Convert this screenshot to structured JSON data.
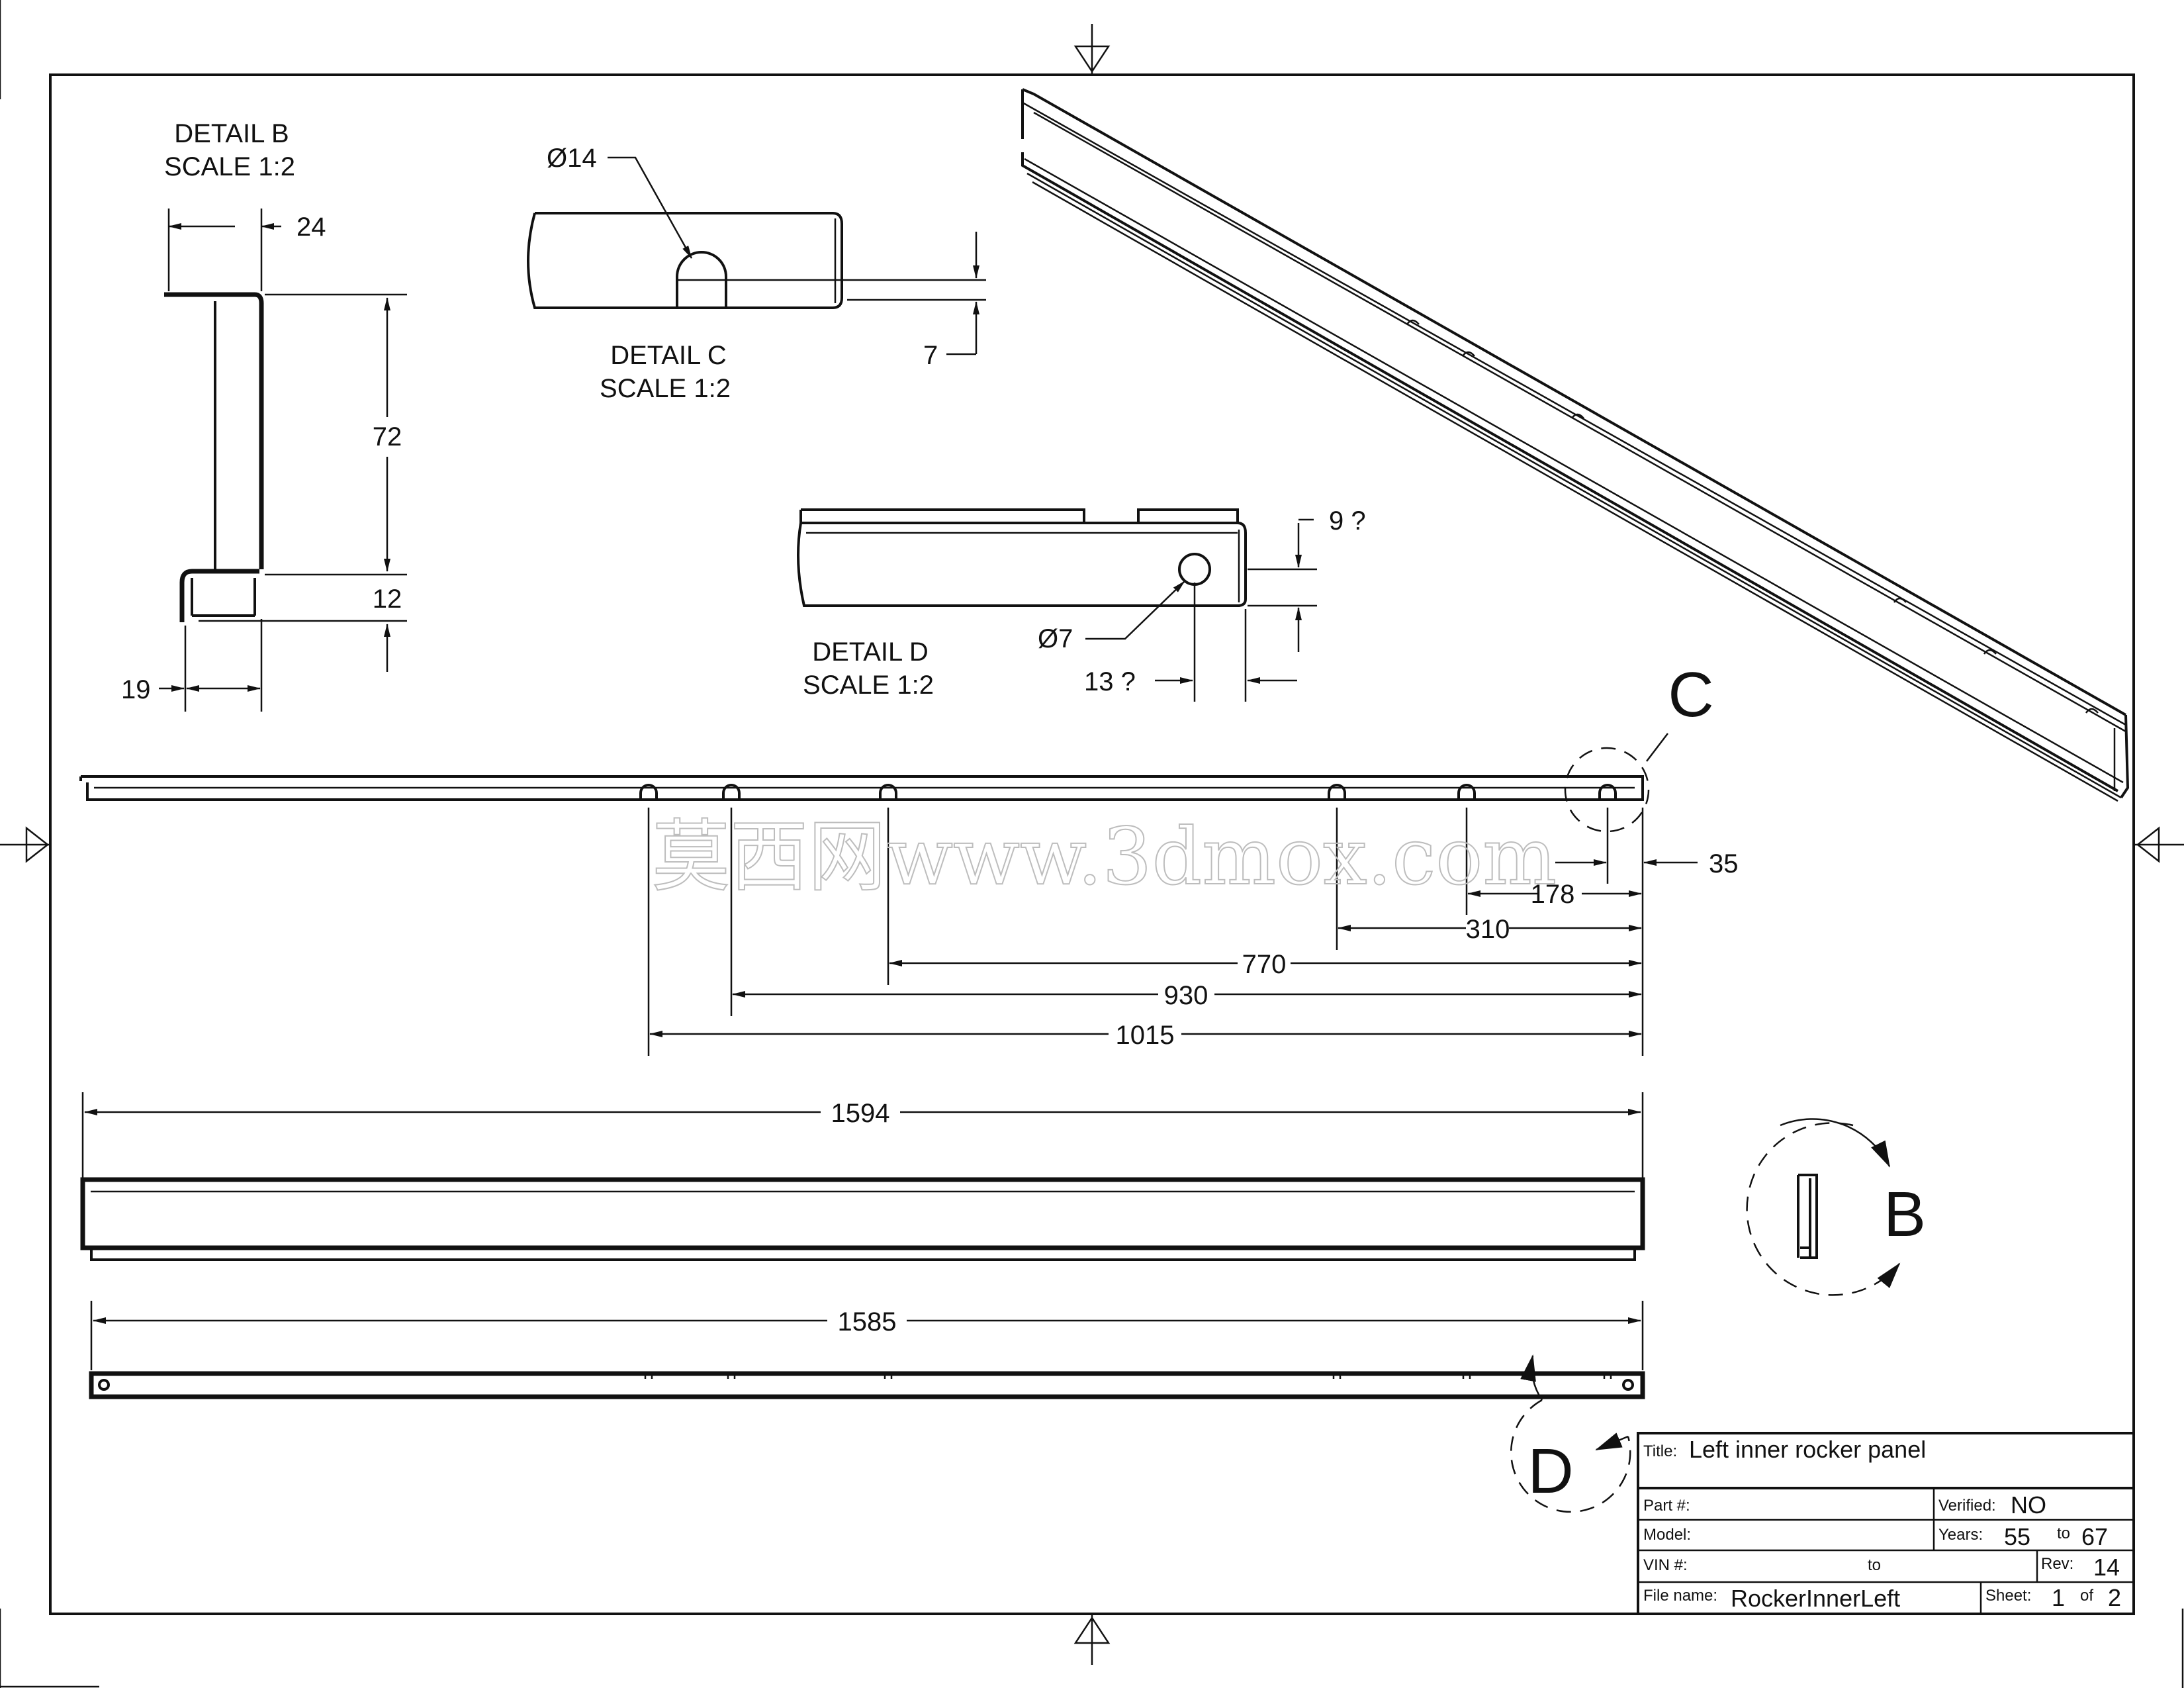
{
  "details": {
    "b": {
      "title": "DETAIL B",
      "scale": "SCALE 1:2"
    },
    "c": {
      "title": "DETAIL C",
      "scale": "SCALE 1:2"
    },
    "d": {
      "title": "DETAIL D",
      "scale": "SCALE 1:2"
    }
  },
  "dimensions": {
    "b_width_top": "24",
    "b_height": "72",
    "b_lip": "12",
    "b_width_bottom": "19",
    "c_hole_dia": "Ø14",
    "c_offset": "7",
    "d_offset_v": "9 ?",
    "d_hole_dia": "Ø7",
    "d_offset_h": "13 ?",
    "hole_35": "35",
    "hole_178": "178",
    "hole_310": "310",
    "hole_770": "770",
    "hole_930": "930",
    "hole_1015": "1015",
    "overall_length": "1594",
    "base_length": "1585"
  },
  "callouts": {
    "c": "C",
    "b": "B",
    "d": "D"
  },
  "watermark": "莫西网www.3dmox.com",
  "title_block": {
    "title_label": "Title:",
    "title_value": "Left inner rocker panel",
    "part_label": "Part #:",
    "verified_label": "Verified:",
    "verified_value": "NO",
    "model_label": "Model:",
    "years_label": "Years:",
    "years_from": "55",
    "years_to_label": "to",
    "years_to": "67",
    "vin_label": "VIN #:",
    "vin_to_label": "to",
    "rev_label": "Rev:",
    "rev_value": "14",
    "file_label": "File name:",
    "file_value": "RockerInnerLeft",
    "sheet_label": "Sheet:",
    "sheet_value": "1",
    "sheet_of_label": "of",
    "sheet_total": "2"
  }
}
